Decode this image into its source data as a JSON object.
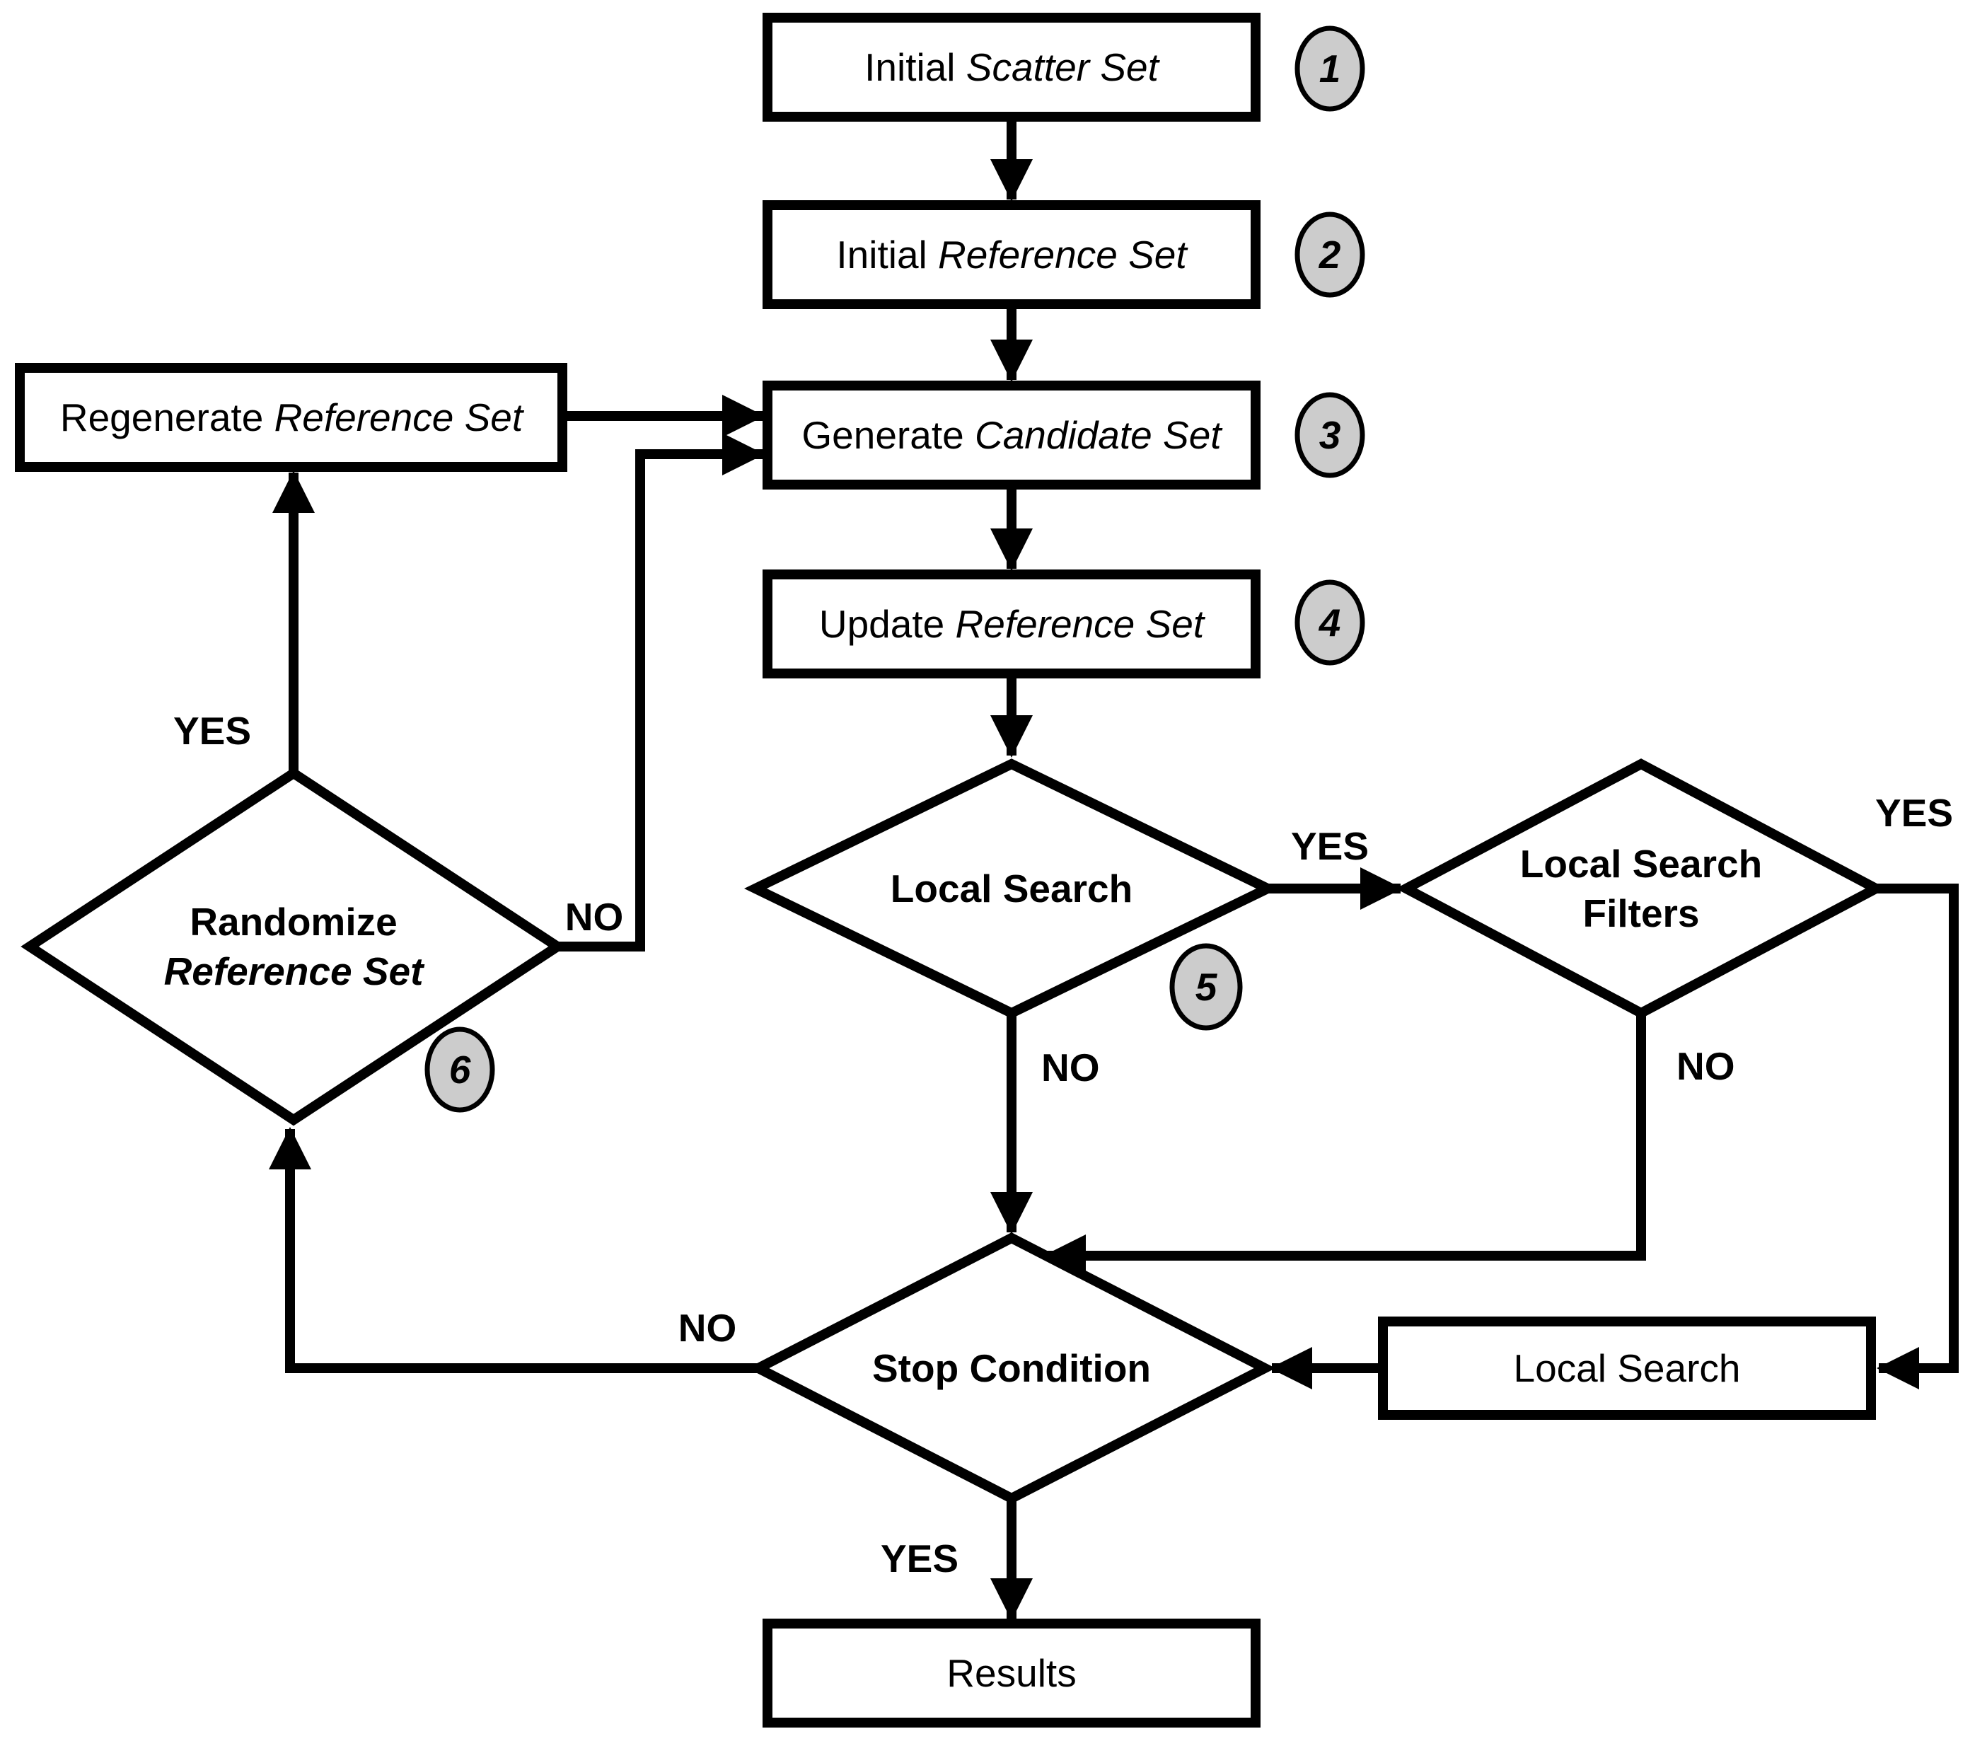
{
  "colors": {
    "line": "#000000",
    "shape_fill": "#ffffff",
    "badge_fill": "#cccccc",
    "background": "#ffffff"
  },
  "nodes": {
    "initial_scatter_set": {
      "text_prefix": "Initial ",
      "text_emphasis": "Scatter Set",
      "badge": "1"
    },
    "initial_reference_set": {
      "text_prefix": "Initial ",
      "text_emphasis": "Reference Set",
      "badge": "2"
    },
    "generate_candidate_set": {
      "text_prefix": "Generate ",
      "text_emphasis": "Candidate Set",
      "badge": "3"
    },
    "update_reference_set": {
      "text_prefix": "Update ",
      "text_emphasis": "Reference Set",
      "badge": "4"
    },
    "regenerate_reference_set": {
      "text_prefix": "Regenerate ",
      "text_emphasis": "Reference Set"
    },
    "local_search_decision": {
      "text": "Local Search",
      "badge": "5"
    },
    "local_search_filters_decision": {
      "text_line1": "Local Search",
      "text_line2": "Filters"
    },
    "randomize_reference_set_decision": {
      "text_line1": "Randomize",
      "text_line2_emphasis": "Reference Set",
      "badge": "6"
    },
    "stop_condition_decision": {
      "text": "Stop Condition"
    },
    "local_search_process": {
      "text": "Local Search"
    },
    "results": {
      "text": "Results"
    }
  },
  "edge_labels": {
    "local_search_yes": "YES",
    "local_search_no": "NO",
    "filters_yes": "YES",
    "filters_no": "NO",
    "randomize_yes": "YES",
    "randomize_no": "NO",
    "stop_no": "NO",
    "stop_yes": "YES"
  }
}
